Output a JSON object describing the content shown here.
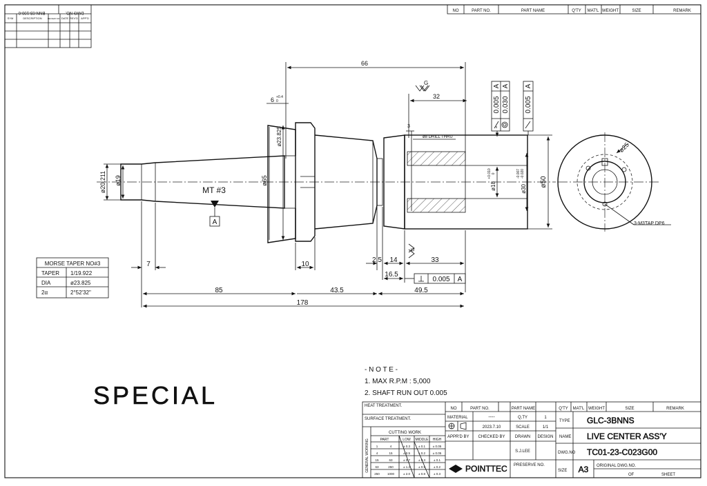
{
  "revision_block": {
    "dwg_no_label": "DWG NO.",
    "dwg_no_value": "BNN-03-100-0",
    "headers": [
      "SYM",
      "DESCRIPTION",
      "REVIEW NO.",
      "DATE",
      "REV'D",
      "APP'D"
    ]
  },
  "parts_list_header": [
    "NO",
    "PART NO.",
    "PART NAME",
    "Q'TY",
    "MAT'L",
    "WEIGHT",
    "SIZE",
    "REMARK"
  ],
  "dimensions": {
    "d66": "66",
    "d6": "6",
    "d6_tol": "+0.4",
    "d6_tol2": "0",
    "d32": "32",
    "d3": "3",
    "drill": "ø8 DRILL THRU",
    "d23_825": "ø23.825",
    "d65": "ø65",
    "d20_211": "ø20.211",
    "d19": "ø19",
    "d18": "ø18",
    "d18_tol": "+0.010",
    "d18_tol2": "0",
    "d30": "ø30",
    "d30_tol": "-0.007",
    "d30_tol2": "-0.020",
    "d50": "ø50",
    "d25": "ø25",
    "d7": "7",
    "d10": "10",
    "d2_5": "2.5",
    "d14": "14",
    "d33": "33",
    "d16_5": "16.5",
    "d85": "85",
    "d43_5": "43.5",
    "d49_5": "49.5",
    "d178": "178",
    "tap": "3-M3TAP DP6",
    "mt": "MT #3",
    "datum": "A",
    "roughness": "G"
  },
  "gdt": {
    "frame1": [
      "0.005",
      "A"
    ],
    "frame2": [
      "0.030",
      "A"
    ],
    "frame3": [
      "0.005",
      "A"
    ],
    "perp": [
      "0.005",
      "A"
    ]
  },
  "morse_table": {
    "title": "MORSE TAPER NO#3",
    "rows": [
      [
        "TAPER",
        "1/19.922"
      ],
      [
        "DIA",
        "ø23.825"
      ],
      [
        "2α",
        "2°52'32\""
      ]
    ]
  },
  "notes": {
    "title": "- N O T E -",
    "items": [
      "1. MAX R.P.M : 5,000",
      "2. SHAFT RUN OUT 0.005"
    ]
  },
  "special_label": "SPECIAL",
  "title_block": {
    "heat_treatment": "HEAT TREATMENT.",
    "surface_treatment": "SURFACE TREATMENT.",
    "cutting_work": "CUTTING WORK",
    "general_working": "GENERAL WORKING",
    "cw_headers": [
      "PART",
      "LOW",
      "MIDDLE",
      "HIGH"
    ],
    "cw_rows": [
      [
        "1",
        "4",
        "± 0.3",
        "± 0.1",
        "± 0.05"
      ],
      [
        "4",
        "15",
        "± 0.5",
        "± 0.2",
        "± 0.05"
      ],
      [
        "15",
        "63",
        "± 0.7",
        "± 0.3",
        "± 0.1"
      ],
      [
        "63",
        "250",
        "± 1.2",
        "± 0.5",
        "± 0.2"
      ],
      [
        "250",
        "1000",
        "± 2.0",
        "± 0.8",
        "± 0.3"
      ]
    ],
    "parts_header": [
      "NO",
      "PART NO.",
      "PART NAME",
      "Q'TY",
      "MAT'L",
      "WEIGHT",
      "SIZE",
      "REMARK"
    ],
    "material_label": "MATERIAL",
    "material_value": "----",
    "qty_label": "Q,TY",
    "qty_value": "1",
    "date": "2023.7.10",
    "scale_label": "SCALE",
    "scale_value": "1/1",
    "apprd_by": "APPR'D BY",
    "checked_by": "CHECKED BY",
    "drawn": "DRAWN",
    "design": "DESIGN",
    "drawn_by": "S.J.LEE",
    "company": "POINTTEC",
    "preserve_no": "PRESERVE NO.",
    "type_label": "TYPE",
    "type_value": "GLC-3BNNS",
    "name_label": "NAME",
    "name_value": "LIVE CENTER ASS'Y",
    "dwgno_label": "DWG.NO",
    "dwgno_value": "TC01-23-C023G00",
    "size_label": "SIZE",
    "size_value": "A3",
    "original_dwg": "ORIGINAL DWG.NO.",
    "of_label": "OF",
    "sheet_label": "SHEET"
  }
}
